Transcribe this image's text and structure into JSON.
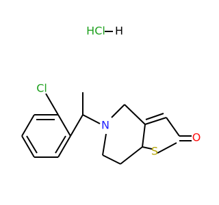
{
  "molecule": {
    "salt_label": "HCl",
    "salt_hydrogen_label": "H",
    "atoms": {
      "chlorine": "Cl",
      "nitrogen": "N",
      "sulfur": "S",
      "oxygen": "O"
    }
  },
  "colors": {
    "bond": "#000000",
    "chlorine": "#1fa11f",
    "nitrogen": "#2020ff",
    "sulfur": "#b2a200",
    "oxygen": "#ff0d0d",
    "background": "#ffffff"
  }
}
